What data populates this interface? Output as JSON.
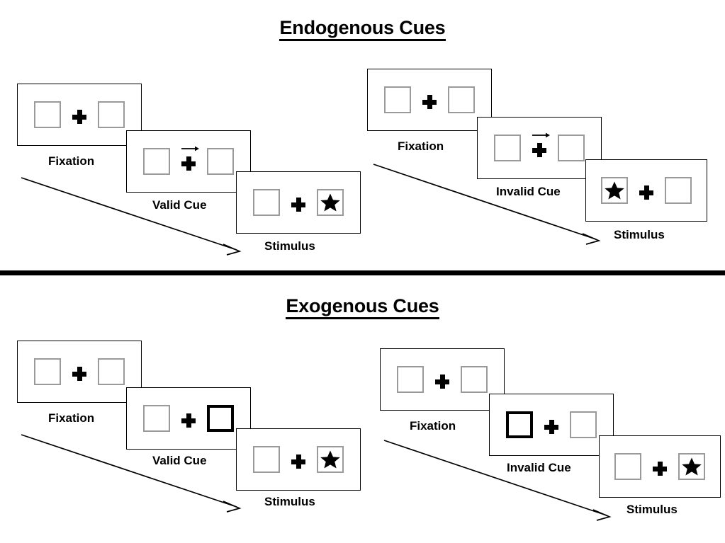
{
  "sections": [
    {
      "id": "endogenous",
      "title": "Endogenous Cues",
      "sequences": [
        {
          "id": "endogenous-valid",
          "frames": [
            {
              "label": "Fixation",
              "cue": "none",
              "target": "none"
            },
            {
              "label": "Valid Cue",
              "cue": "arrow-right",
              "target": "none"
            },
            {
              "label": "Stimulus",
              "cue": "none",
              "target": "right"
            }
          ]
        },
        {
          "id": "endogenous-invalid",
          "frames": [
            {
              "label": "Fixation",
              "cue": "none",
              "target": "none"
            },
            {
              "label": "Invalid Cue",
              "cue": "arrow-right",
              "target": "none"
            },
            {
              "label": "Stimulus",
              "cue": "none",
              "target": "left"
            }
          ]
        }
      ]
    },
    {
      "id": "exogenous",
      "title": "Exogenous Cues",
      "sequences": [
        {
          "id": "exogenous-valid",
          "frames": [
            {
              "label": "Fixation",
              "cue": "none",
              "target": "none"
            },
            {
              "label": "Valid Cue",
              "cue": "box-right",
              "target": "none"
            },
            {
              "label": "Stimulus",
              "cue": "none",
              "target": "right"
            }
          ]
        },
        {
          "id": "exogenous-invalid",
          "frames": [
            {
              "label": "Fixation",
              "cue": "none",
              "target": "none"
            },
            {
              "label": "Invalid Cue",
              "cue": "box-left",
              "target": "none"
            },
            {
              "label": "Stimulus",
              "cue": "none",
              "target": "right"
            }
          ]
        }
      ]
    }
  ],
  "glyphs": {
    "star": "star-icon",
    "fixation": "fixation-cross-icon",
    "arrow": "arrow-right-icon",
    "time_arrow": "time-progression-arrow"
  },
  "colors": {
    "ink": "#000000",
    "box_border": "#9a9a9a",
    "frame_border": "#000000",
    "background": "#ffffff"
  }
}
